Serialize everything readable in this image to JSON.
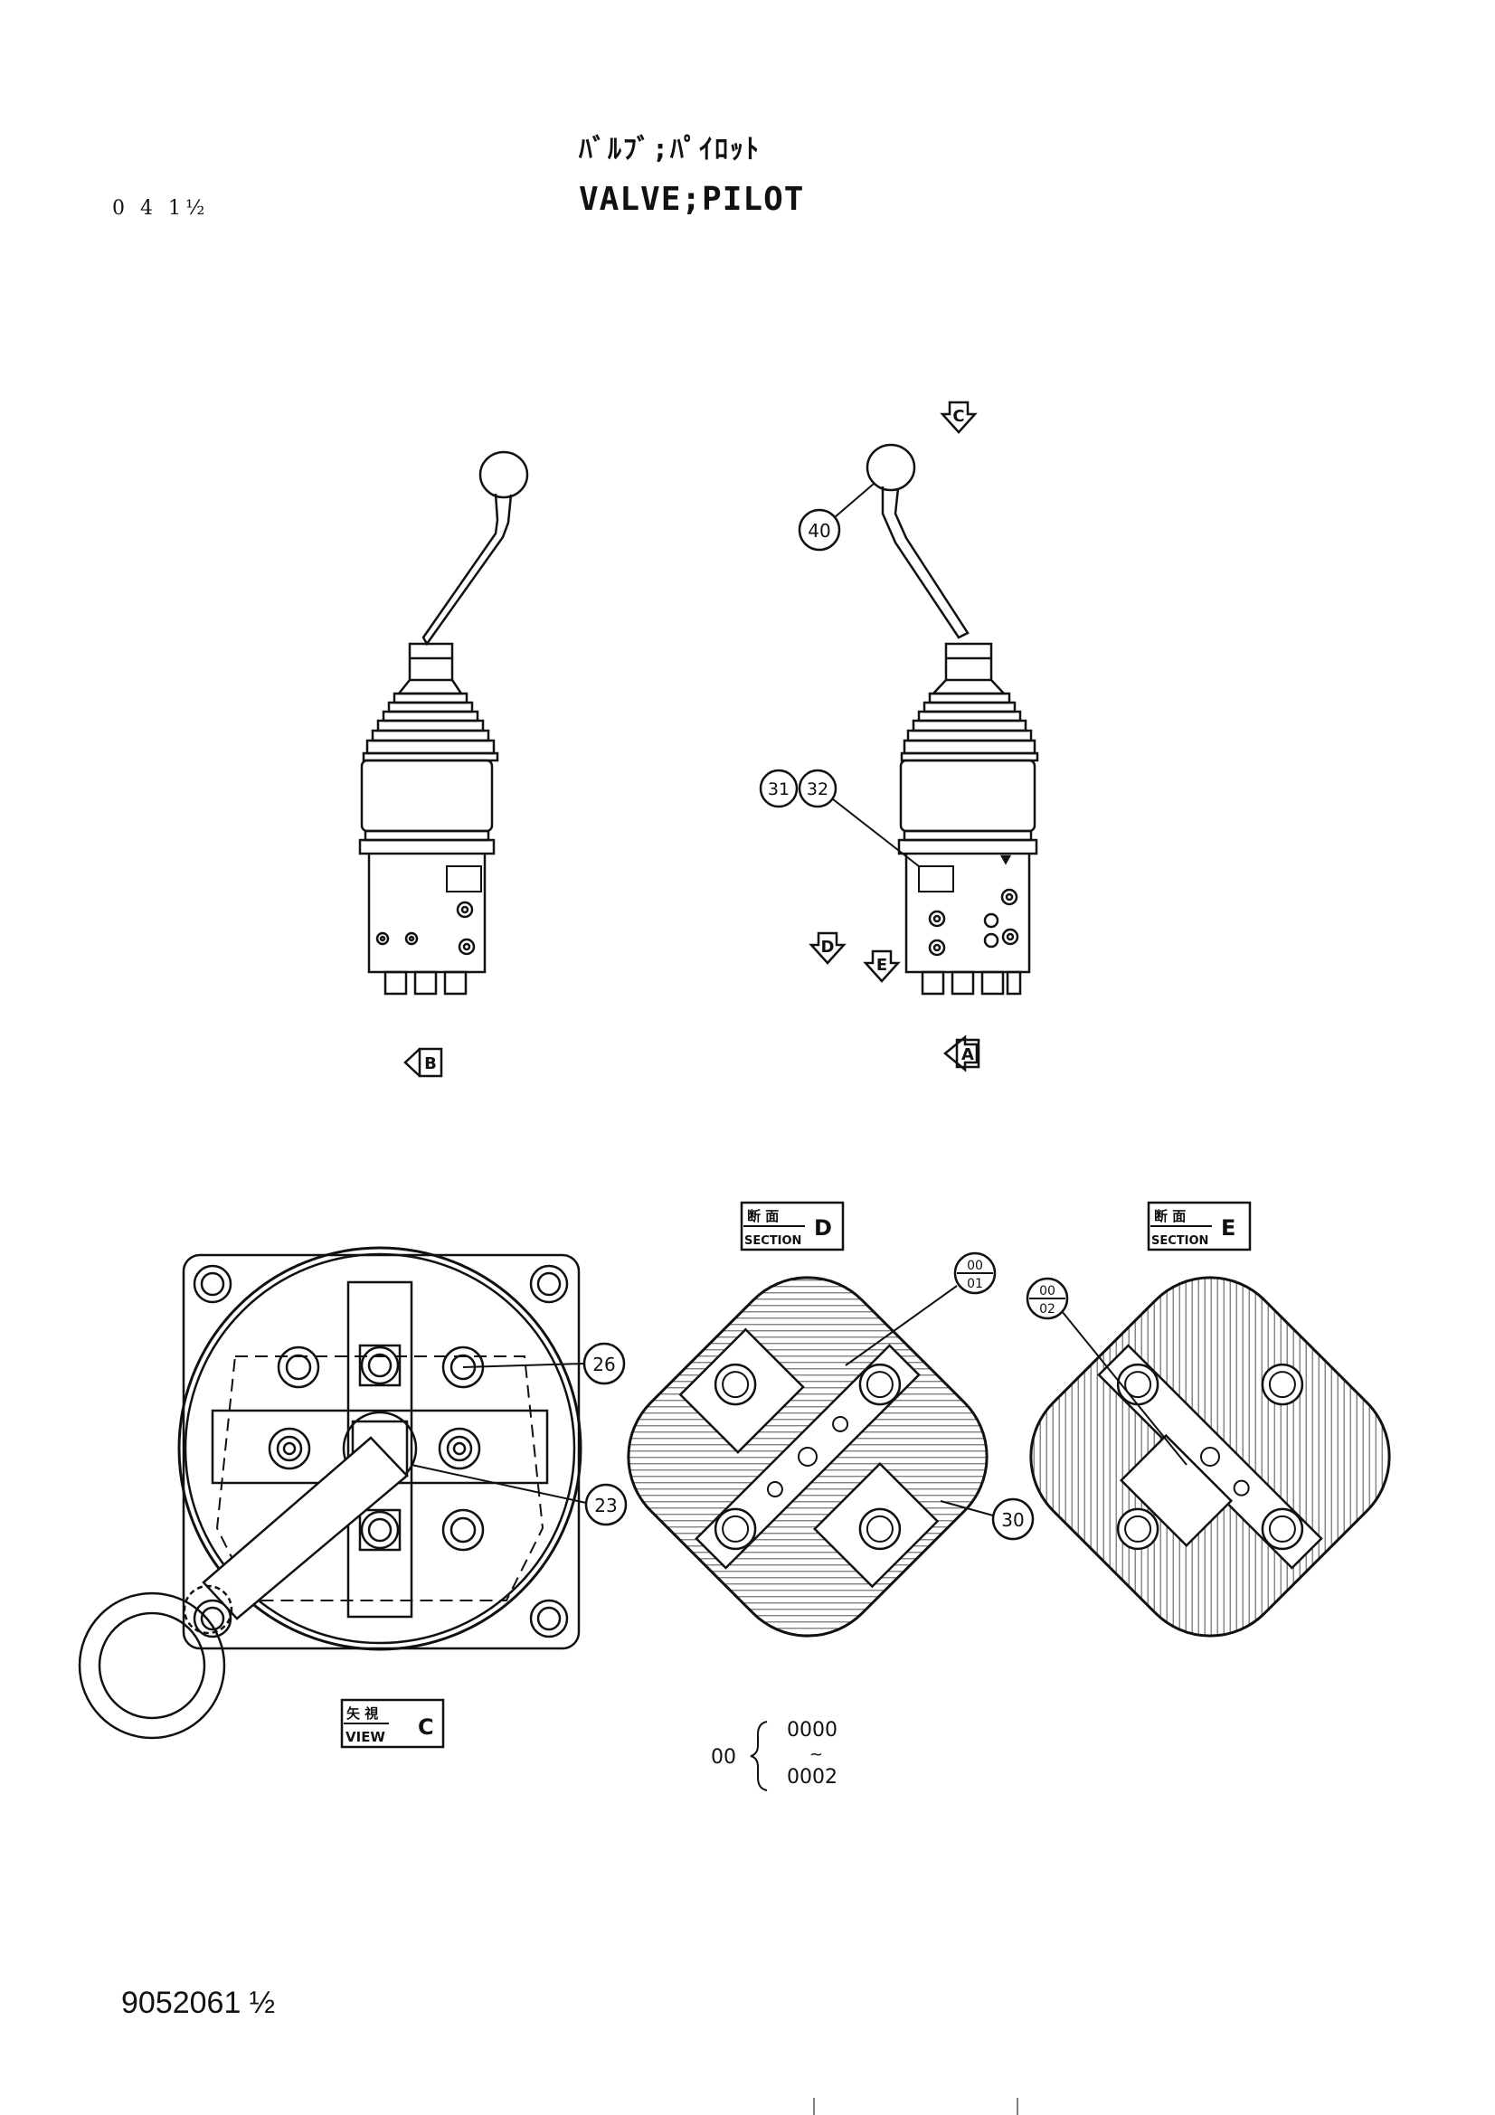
{
  "header": {
    "page_number": "0 4 1½",
    "title_jp": "ﾊﾞﾙﾌﾞ;ﾊﾟｲﾛｯﾄ",
    "title_en": "VALVE;PILOT"
  },
  "view_arrows": {
    "a": "A",
    "b": "B",
    "c": "C",
    "d": "D",
    "e": "E"
  },
  "callouts": {
    "c40": "40",
    "c31": "31",
    "c32": "32",
    "c26": "26",
    "c23": "23",
    "c30": "30",
    "c0001_top": "00",
    "c0001_bottom": "01",
    "c0002_top": "00",
    "c0002_bottom": "02"
  },
  "labels": {
    "section_d": {
      "jp": "断 面",
      "en": "SECTION",
      "letter": "D"
    },
    "section_e": {
      "jp": "断 面",
      "en": "SECTION",
      "letter": "E"
    },
    "view_c": {
      "jp": "矢 視",
      "en": "VIEW",
      "letter": "C"
    }
  },
  "range_note": {
    "prefix": "00",
    "from": "0000",
    "tilde": "~",
    "to": "0002"
  },
  "footer": {
    "drawing_number": "9052061 ½"
  }
}
